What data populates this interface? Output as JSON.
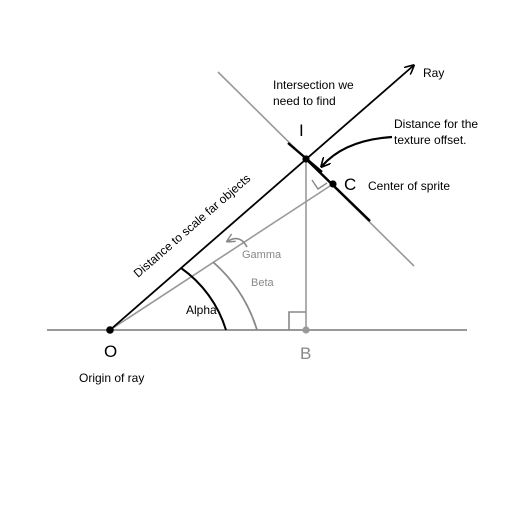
{
  "labels": {
    "ray": "Ray",
    "intersection_line1": "Intersection we",
    "intersection_line2": "need to find",
    "point_i": "I",
    "distance_offset_line1": "Distance for the",
    "distance_offset_line2": "texture offset.",
    "point_c": "C",
    "center_of_sprite": "Center of sprite",
    "distance_scale": "Distance to scale far objects",
    "gamma": "Gamma",
    "beta": "Beta",
    "alpha": "Alpha",
    "point_o": "O",
    "point_b": "B",
    "origin_of_ray": "Origin of ray"
  },
  "colors": {
    "black": "#000000",
    "gray": "#888888",
    "light_gray": "#999999"
  }
}
